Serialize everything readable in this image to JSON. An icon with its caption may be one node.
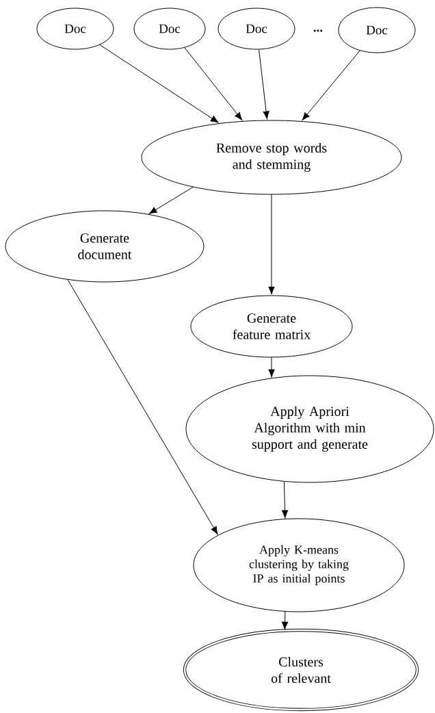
{
  "diagram": {
    "nodes": [
      {
        "text": [
          "Doc"
        ]
      },
      {
        "text": [
          "Doc"
        ]
      },
      {
        "text": [
          "Doc"
        ]
      },
      {
        "text": [
          "Doc"
        ]
      },
      {
        "text": [
          "Remove stop words and stemming"
        ]
      },
      {
        "text": [
          "Generate document"
        ]
      },
      {
        "text": [
          "Generate feature matrix"
        ]
      },
      {
        "text": [
          "Apply Apriori Algorithm with min support and generate"
        ]
      },
      {
        "text": [
          "Apply K-means clustering by taking IP as initial points"
        ]
      },
      {
        "text": [
          "Clusters of relevant"
        ]
      }
    ],
    "edges": [
      {
        "from": 0,
        "to": 4,
        "arrow": "to"
      },
      {
        "from": 1,
        "to": 4,
        "arrow": "to"
      },
      {
        "from": 2,
        "to": 4,
        "arrow": "to"
      },
      {
        "from": 3,
        "to": 4,
        "arrow": "to"
      },
      {
        "from": 4,
        "to": 5,
        "arrow": "to"
      },
      {
        "from": 4,
        "to": 6,
        "arrow": "to"
      },
      {
        "from": 5,
        "to": 8,
        "arrow": "to"
      },
      {
        "from": 6,
        "to": 7,
        "arrow": "to"
      },
      {
        "from": 7,
        "to": 8,
        "arrow": "to"
      },
      {
        "from": 8,
        "to": 9,
        "arrow": "to"
      }
    ],
    "labels": [
      "..."
    ]
  }
}
